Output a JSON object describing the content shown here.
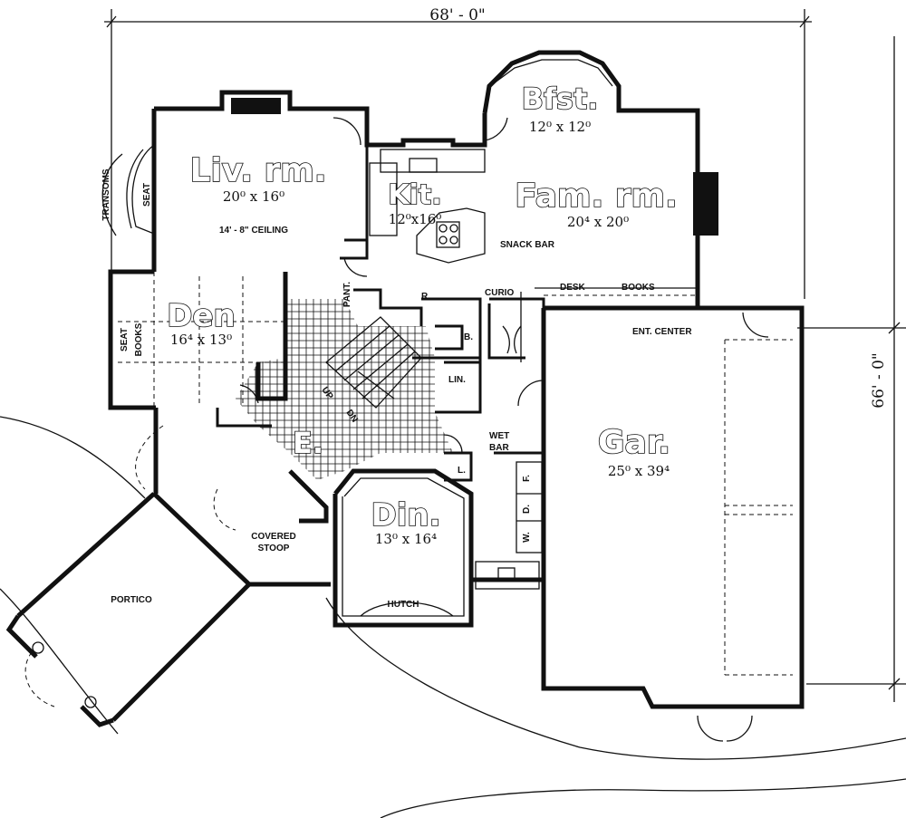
{
  "dimensions": {
    "width": "68' - 0\"",
    "depth": "66' - 0\""
  },
  "rooms": {
    "living": {
      "name": "Liv. rm.",
      "size": "20⁰ x 16⁰",
      "note": "14' - 8\" CEILING"
    },
    "breakfast": {
      "name": "Bfst.",
      "size": "12⁰ x 12⁰"
    },
    "kitchen": {
      "name": "Kit.",
      "size": "12⁰x16⁰"
    },
    "family": {
      "name": "Fam. rm.",
      "size": "20⁴ x 20⁰"
    },
    "den": {
      "name": "Den",
      "size": "16⁴ x 13⁰"
    },
    "entry": {
      "name": "E."
    },
    "dining": {
      "name": "Din.",
      "size": "13⁰ x 16⁴"
    },
    "garage": {
      "name": "Gar.",
      "size": "25⁰ x 39⁴"
    }
  },
  "labels": {
    "transoms": "TRANSOMS",
    "seat_living": "SEAT",
    "seat_den": "SEAT",
    "books_den": "BOOKS",
    "snack_bar": "SNACK BAR",
    "pantry": "PANT.",
    "refrigerator": "R.",
    "b": "B.",
    "linen": "LIN.",
    "curio": "CURIO",
    "desk": "DESK",
    "books_fam": "BOOKS",
    "ent_center": "ENT. CENTER",
    "wet_bar_1": "WET",
    "wet_bar_2": "BAR",
    "l": "L.",
    "up": "UP",
    "dn": "DN",
    "w": "W.",
    "d": "D.",
    "f": "F.",
    "covered_stoop_1": "COVERED",
    "covered_stoop_2": "STOOP",
    "portico": "PORTICO",
    "hutch": "HUTCH"
  }
}
